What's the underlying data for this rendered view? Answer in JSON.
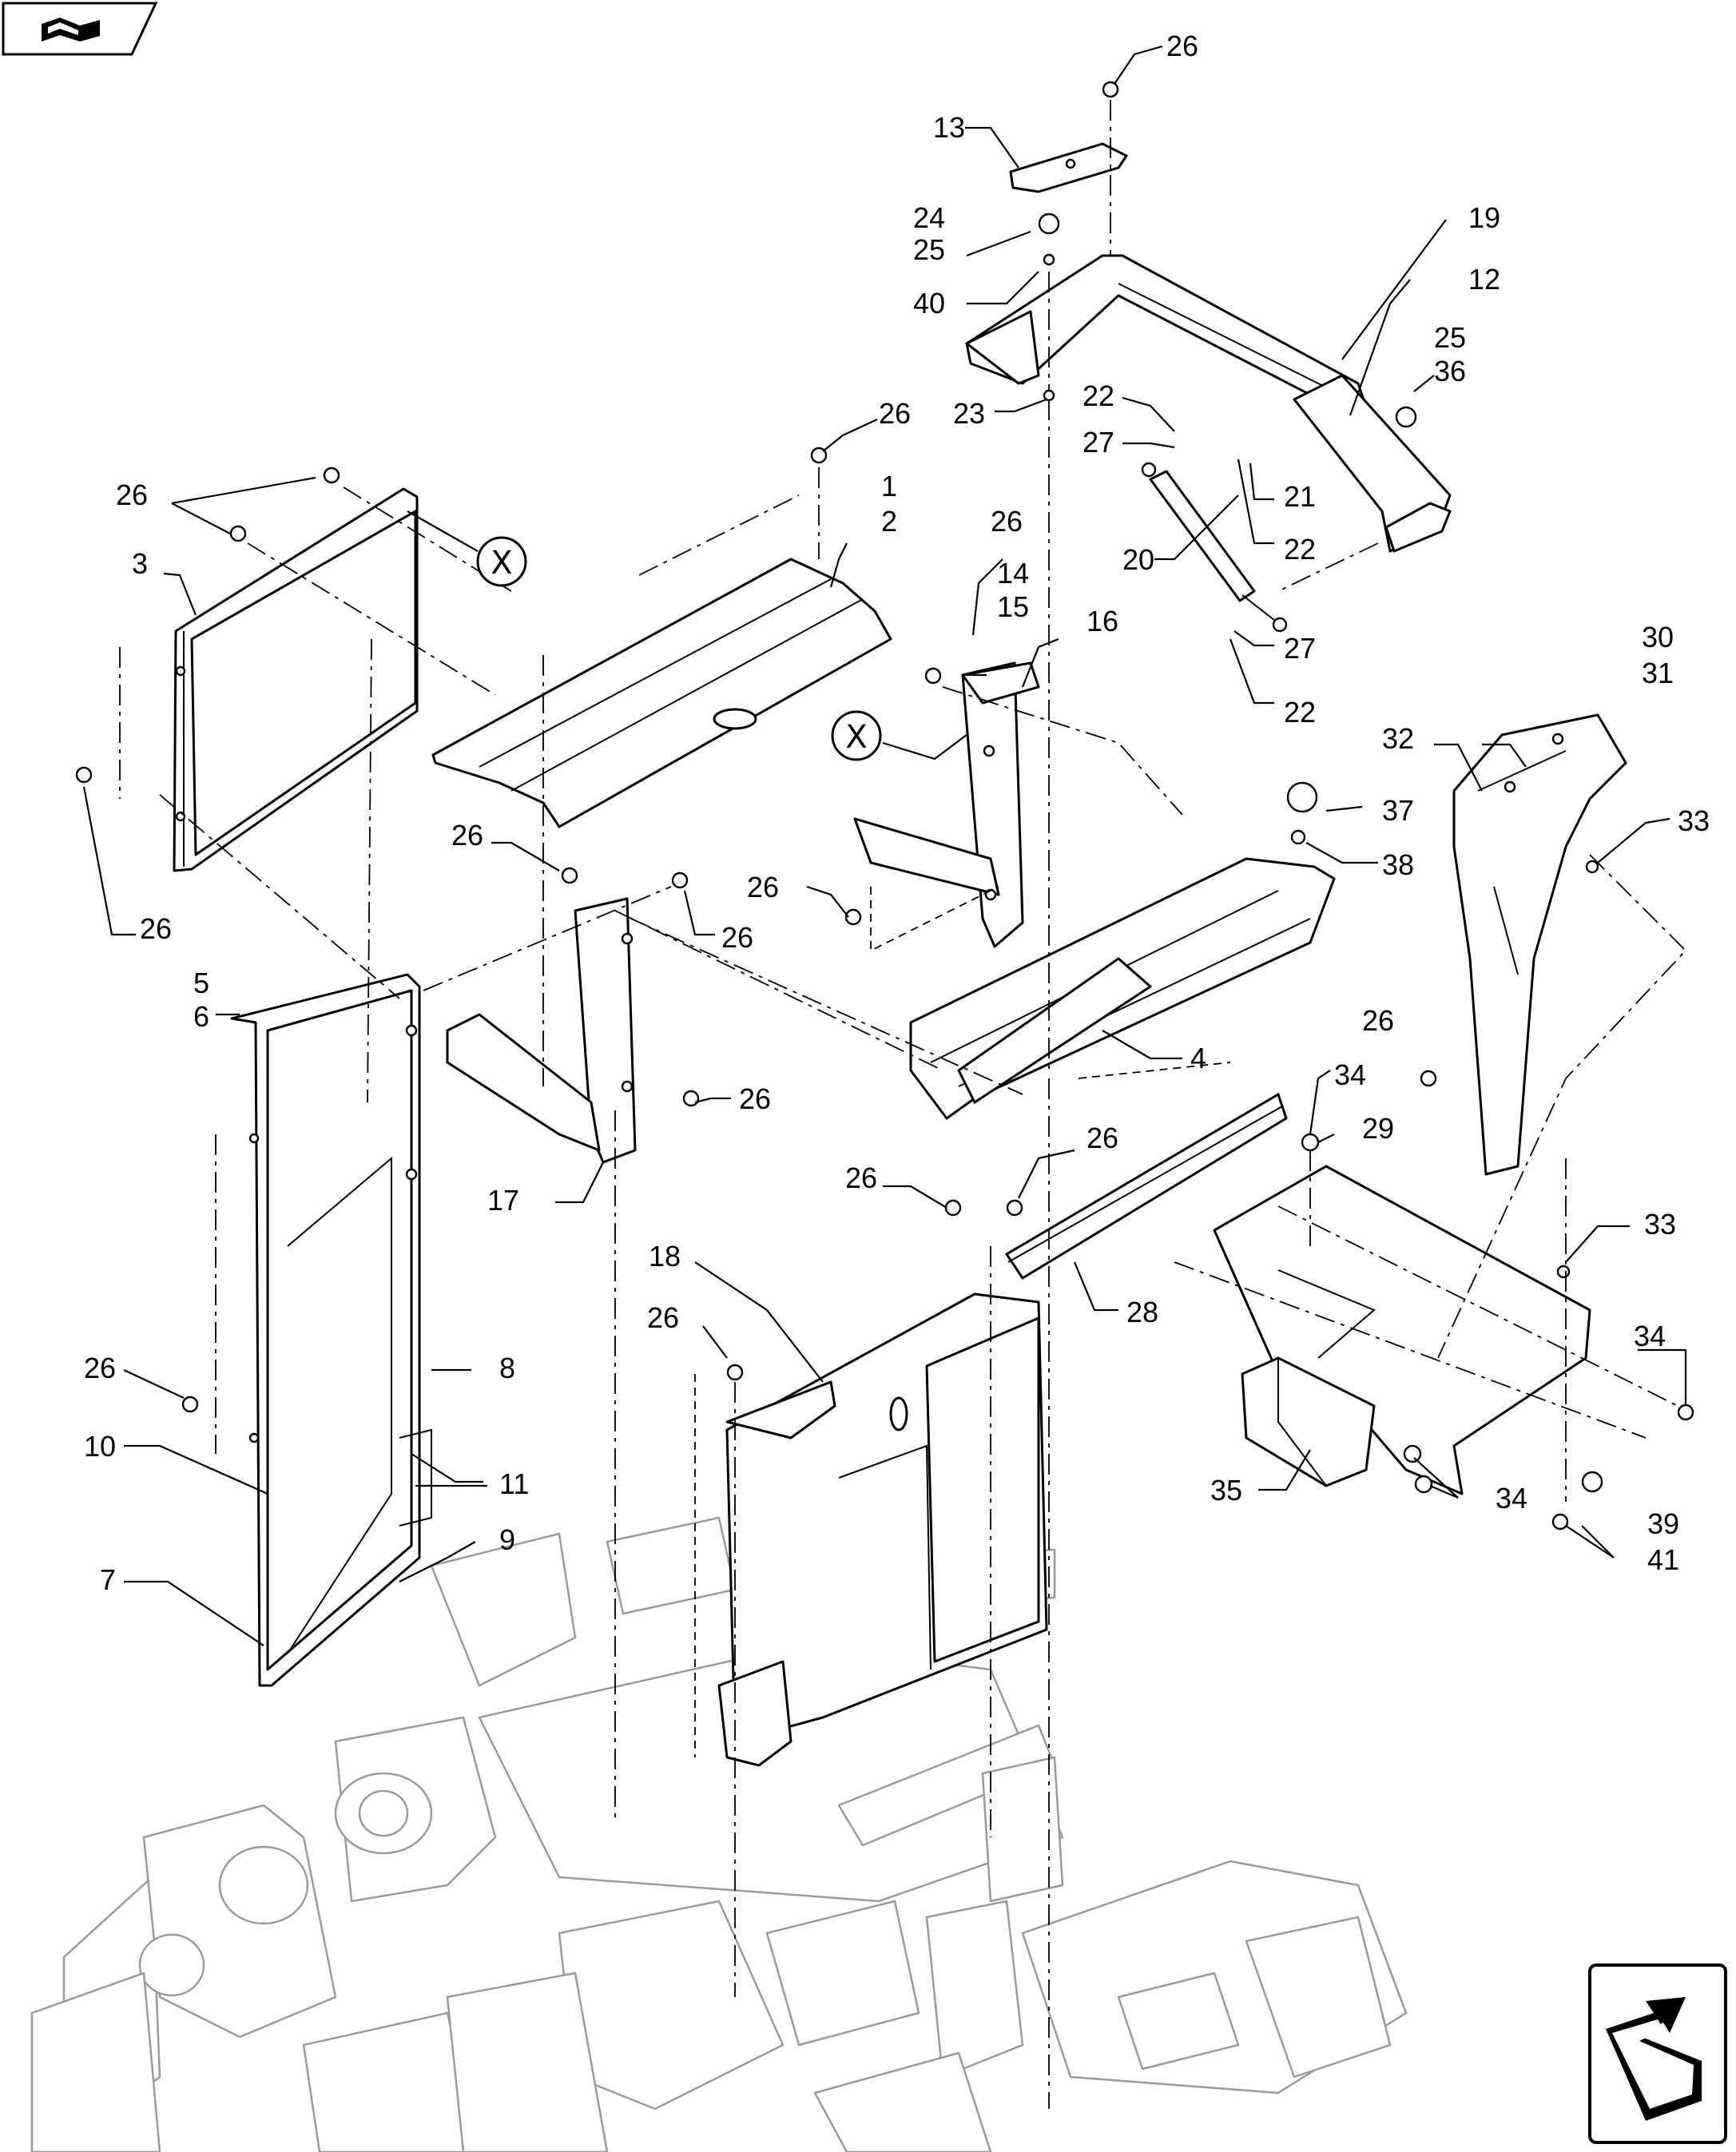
{
  "callouts": [
    {
      "id": "c26a",
      "text": "26"
    },
    {
      "id": "c13",
      "text": "13"
    },
    {
      "id": "c24",
      "text": "24"
    },
    {
      "id": "c25a",
      "text": "25"
    },
    {
      "id": "c40",
      "text": "40"
    },
    {
      "id": "c19",
      "text": "19"
    },
    {
      "id": "c12",
      "text": "12"
    },
    {
      "id": "c25b",
      "text": "25"
    },
    {
      "id": "c36",
      "text": "36"
    },
    {
      "id": "c23",
      "text": "23"
    },
    {
      "id": "c22a",
      "text": "22"
    },
    {
      "id": "c27a",
      "text": "27"
    },
    {
      "id": "c21",
      "text": "21"
    },
    {
      "id": "c22b",
      "text": "22"
    },
    {
      "id": "c20",
      "text": "20"
    },
    {
      "id": "c27b",
      "text": "27"
    },
    {
      "id": "c22c",
      "text": "22"
    },
    {
      "id": "c26b",
      "text": "26"
    },
    {
      "id": "c1",
      "text": "1"
    },
    {
      "id": "c2",
      "text": "2"
    },
    {
      "id": "c26c",
      "text": "26"
    },
    {
      "id": "c14",
      "text": "14"
    },
    {
      "id": "c15",
      "text": "15"
    },
    {
      "id": "c16",
      "text": "16"
    },
    {
      "id": "c26d",
      "text": "26"
    },
    {
      "id": "c3",
      "text": "3"
    },
    {
      "id": "c30",
      "text": "30"
    },
    {
      "id": "c31",
      "text": "31"
    },
    {
      "id": "c32",
      "text": "32"
    },
    {
      "id": "c37",
      "text": "37"
    },
    {
      "id": "c33a",
      "text": "33"
    },
    {
      "id": "c38",
      "text": "38"
    },
    {
      "id": "c26e",
      "text": "26"
    },
    {
      "id": "c26f",
      "text": "26"
    },
    {
      "id": "c26g",
      "text": "26"
    },
    {
      "id": "c26h",
      "text": "26"
    },
    {
      "id": "c5",
      "text": "5"
    },
    {
      "id": "c6",
      "text": "6"
    },
    {
      "id": "c4",
      "text": "4"
    },
    {
      "id": "c26i",
      "text": "26"
    },
    {
      "id": "c26j",
      "text": "26"
    },
    {
      "id": "c34a",
      "text": "34"
    },
    {
      "id": "c29",
      "text": "29"
    },
    {
      "id": "c26k",
      "text": "26"
    },
    {
      "id": "c26l",
      "text": "26"
    },
    {
      "id": "c17",
      "text": "17"
    },
    {
      "id": "c18",
      "text": "18"
    },
    {
      "id": "c28",
      "text": "28"
    },
    {
      "id": "c33b",
      "text": "33"
    },
    {
      "id": "c26m",
      "text": "26"
    },
    {
      "id": "c26n",
      "text": "26"
    },
    {
      "id": "c8",
      "text": "8"
    },
    {
      "id": "c34b",
      "text": "34"
    },
    {
      "id": "c10",
      "text": "10"
    },
    {
      "id": "c11",
      "text": "11"
    },
    {
      "id": "c35",
      "text": "35"
    },
    {
      "id": "c34c",
      "text": "34"
    },
    {
      "id": "c9",
      "text": "9"
    },
    {
      "id": "c39",
      "text": "39"
    },
    {
      "id": "c7",
      "text": "7"
    },
    {
      "id": "c41",
      "text": "41"
    }
  ],
  "reference_marks": [
    {
      "id": "x1",
      "text": "X"
    },
    {
      "id": "x2",
      "text": "X"
    }
  ],
  "icons": {
    "top_left": "previous-page-icon",
    "bottom_right": "next-page-icon"
  }
}
